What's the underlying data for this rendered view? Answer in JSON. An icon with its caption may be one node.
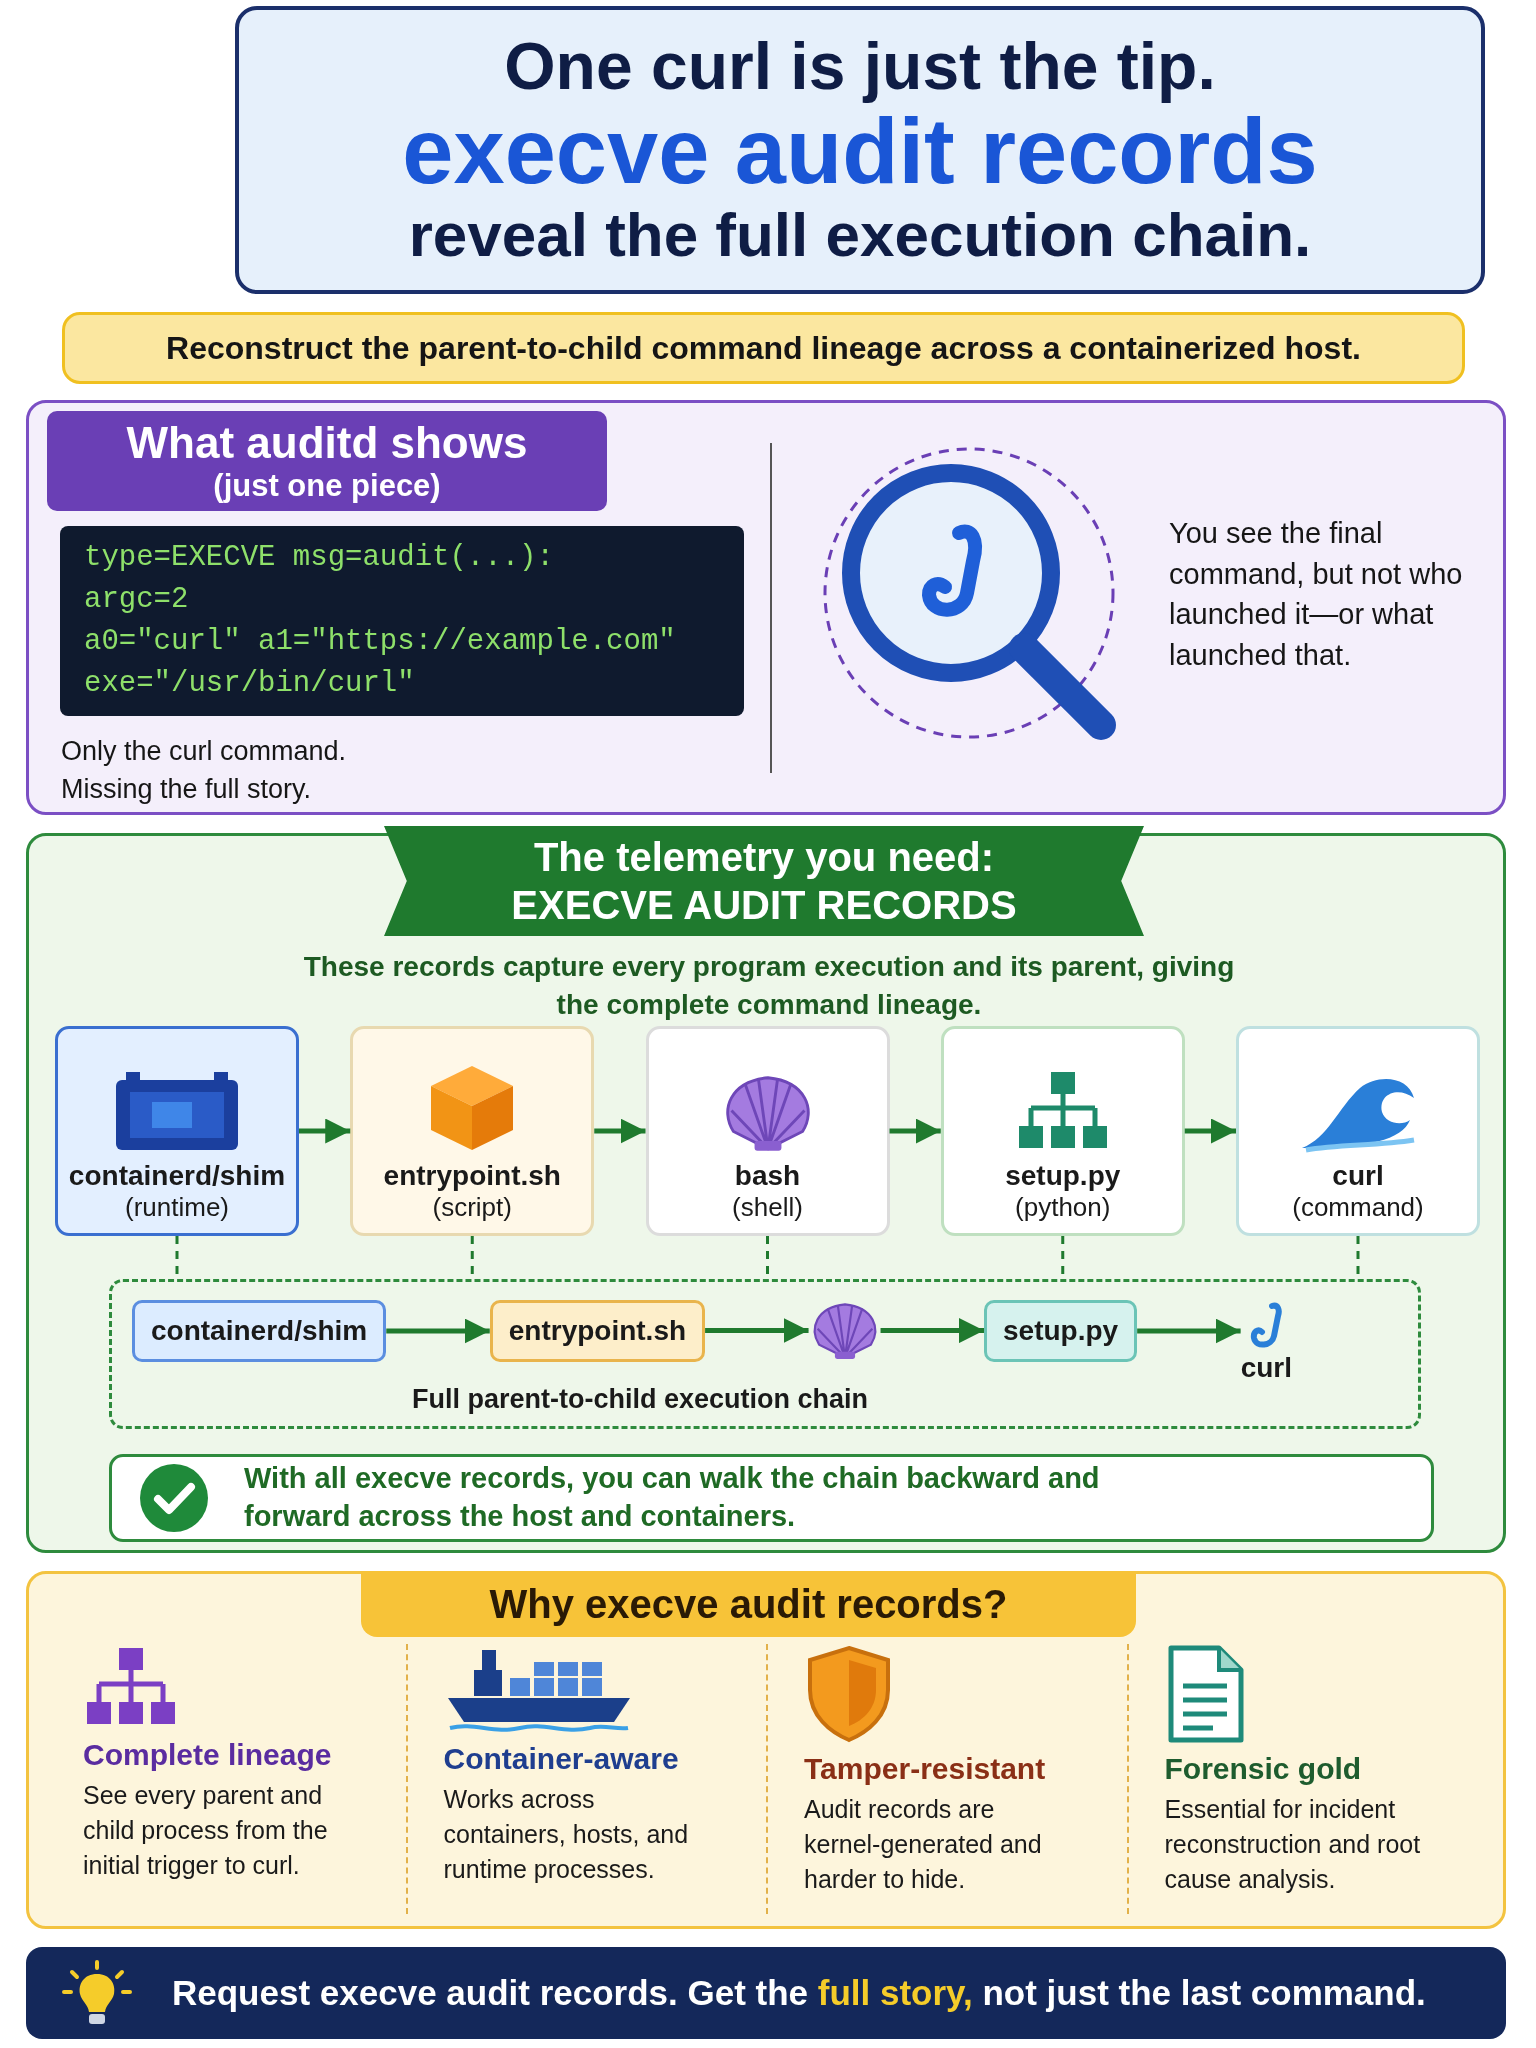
{
  "diagram": {
    "nodes": [
      {
        "text": [
          "One curl is just the tip.",
          "execve audit records",
          "reveal the full execution chain."
        ]
      },
      {
        "text": [
          "Reconstruct the parent-to-child command lineage across a containerized host."
        ]
      },
      {
        "text": [
          "What auditd shows",
          "(just one piece)",
          "Only the curl command. Missing the full story.",
          "You see the final command, but not who launched it—or what launched that."
        ]
      },
      {
        "text": [
          "type=EXECVE msg=audit(...):",
          "argc=2",
          "a0=\"curl\" a1=\"https://example.com\"",
          "exe=\"/usr/bin/curl\""
        ],
        "in": 2
      },
      {
        "text": [
          "The telemetry you need: EXECVE AUDIT RECORDS",
          "These records capture every program execution and its parent, giving the complete command lineage."
        ]
      },
      {
        "text": [
          "containerd/shim",
          "(runtime)"
        ],
        "in": 4
      },
      {
        "text": [
          "entrypoint.sh",
          "(script)"
        ],
        "in": 4
      },
      {
        "text": [
          "bash",
          "(shell)"
        ],
        "in": 4
      },
      {
        "text": [
          "setup.py",
          "(python)"
        ],
        "in": 4
      },
      {
        "text": [
          "curl",
          "(command)"
        ],
        "in": 4
      },
      {
        "text": [
          "Full parent-to-child execution chain"
        ],
        "in": 4
      },
      {
        "text": [
          "containerd/shim"
        ],
        "in": 10
      },
      {
        "text": [
          "entrypoint.sh"
        ],
        "in": 10
      },
      {
        "text": [],
        "shape": "picture",
        "in": 10
      },
      {
        "text": [
          "setup.py"
        ],
        "in": 10
      },
      {
        "text": [
          "curl"
        ],
        "in": 10
      },
      {
        "text": [
          "With all execve records, you can walk the chain backward and forward across the host and containers."
        ],
        "in": 4
      },
      {
        "text": [
          "Why execve audit records?"
        ]
      },
      {
        "text": [
          "Complete lineage",
          "See every parent and child process from the initial trigger to curl."
        ],
        "in": 17
      },
      {
        "text": [
          "Container-aware",
          "Works across containers, hosts, and runtime processes."
        ],
        "in": 17
      },
      {
        "text": [
          "Tamper-resistant",
          "Audit records are kernel-generated and harder to hide."
        ],
        "in": 17
      },
      {
        "text": [
          "Forensic gold",
          "Essential for incident reconstruction and root cause analysis."
        ],
        "in": 17
      },
      {
        "text": [
          "Request execve audit records. Get the **full story,** not just the last command."
        ]
      }
    ],
    "edges": [
      {
        "from": 5,
        "to": 6,
        "arrow": "to"
      },
      {
        "from": 6,
        "to": 7,
        "arrow": "to"
      },
      {
        "from": 7,
        "to": 8,
        "arrow": "to"
      },
      {
        "from": 8,
        "to": 9,
        "arrow": "to"
      },
      {
        "from": 11,
        "to": 12,
        "arrow": "to"
      },
      {
        "from": 12,
        "to": 13,
        "arrow": "to"
      },
      {
        "from": 13,
        "to": 14,
        "arrow": "to"
      },
      {
        "from": 14,
        "to": 15,
        "arrow": "to"
      },
      {
        "from": 5,
        "to": 10,
        "arrow": "none",
        "style": "dashed"
      },
      {
        "from": 6,
        "to": 10,
        "arrow": "none",
        "style": "dashed"
      },
      {
        "from": 7,
        "to": 10,
        "arrow": "none",
        "style": "dashed"
      },
      {
        "from": 8,
        "to": 10,
        "arrow": "none",
        "style": "dashed"
      },
      {
        "from": 9,
        "to": 10,
        "arrow": "none",
        "style": "dashed"
      }
    ]
  }
}
